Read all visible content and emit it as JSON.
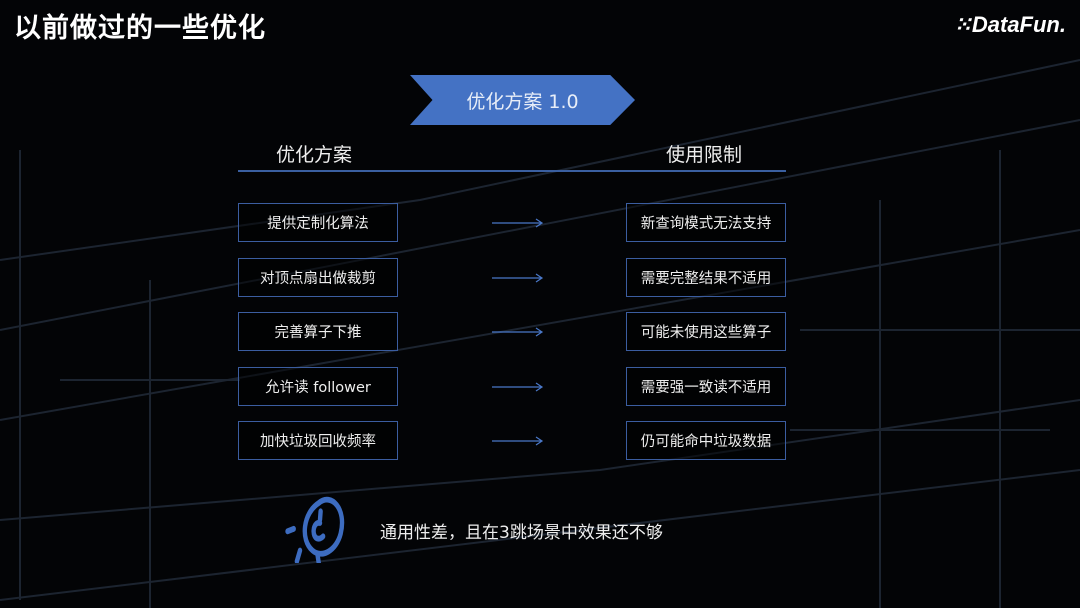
{
  "title": "以前做过的一些优化",
  "logo": "DataFun.",
  "banner": "优化方案 1.0",
  "headers": {
    "left": "优化方案",
    "right": "使用限制"
  },
  "rows": [
    {
      "solution": "提供定制化算法",
      "limit": "新查询模式无法支持"
    },
    {
      "solution": "对顶点扇出做裁剪",
      "limit": "需要完整结果不适用"
    },
    {
      "solution": "完善算子下推",
      "limit": "可能未使用这些算子"
    },
    {
      "solution": "允许读 follower",
      "limit": "需要强一致读不适用"
    },
    {
      "solution": "加快垃圾回收频率",
      "limit": "仍可能命中垃圾数据"
    }
  ],
  "footer": "通用性差，且在3跳场景中效果还不够",
  "colors": {
    "accent": "#4472c4",
    "border": "#3b5da0"
  }
}
